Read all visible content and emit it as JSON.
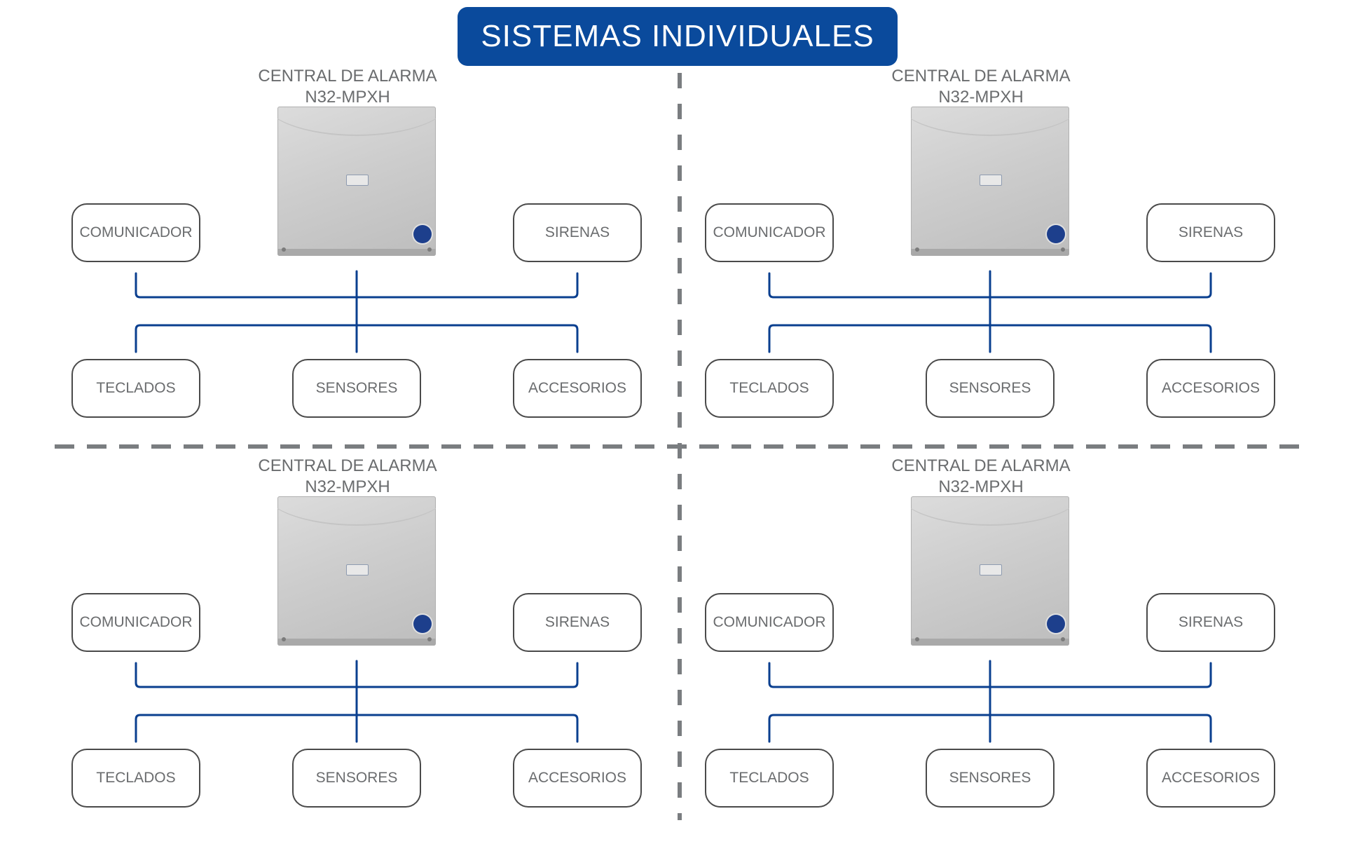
{
  "title": "SISTEMAS INDIVIDUALES",
  "colors": {
    "banner": "#0a4a9c",
    "wire": "#0a3f8f",
    "divider": "#7a7d80",
    "text": "#6a6c6e",
    "node_border": "#4a4a4a"
  },
  "systems": [
    {
      "label_line1": "CENTRAL DE ALARMA",
      "label_line2": "N32-MPXH",
      "nodes": {
        "comunicador": "COMUNICADOR",
        "sirenas": "SIRENAS",
        "teclados": "TECLADOS",
        "sensores": "SENSORES",
        "accesorios": "ACCESORIOS"
      }
    },
    {
      "label_line1": "CENTRAL DE ALARMA",
      "label_line2": "N32-MPXH",
      "nodes": {
        "comunicador": "COMUNICADOR",
        "sirenas": "SIRENAS",
        "teclados": "TECLADOS",
        "sensores": "SENSORES",
        "accesorios": "ACCESORIOS"
      }
    },
    {
      "label_line1": "CENTRAL DE ALARMA",
      "label_line2": "N32-MPXH",
      "nodes": {
        "comunicador": "COMUNICADOR",
        "sirenas": "SIRENAS",
        "teclados": "TECLADOS",
        "sensores": "SENSORES",
        "accesorios": "ACCESORIOS"
      }
    },
    {
      "label_line1": "CENTRAL DE ALARMA",
      "label_line2": "N32-MPXH",
      "nodes": {
        "comunicador": "COMUNICADOR",
        "sirenas": "SIRENAS",
        "teclados": "TECLADOS",
        "sensores": "SENSORES",
        "accesorios": "ACCESORIOS"
      }
    }
  ]
}
